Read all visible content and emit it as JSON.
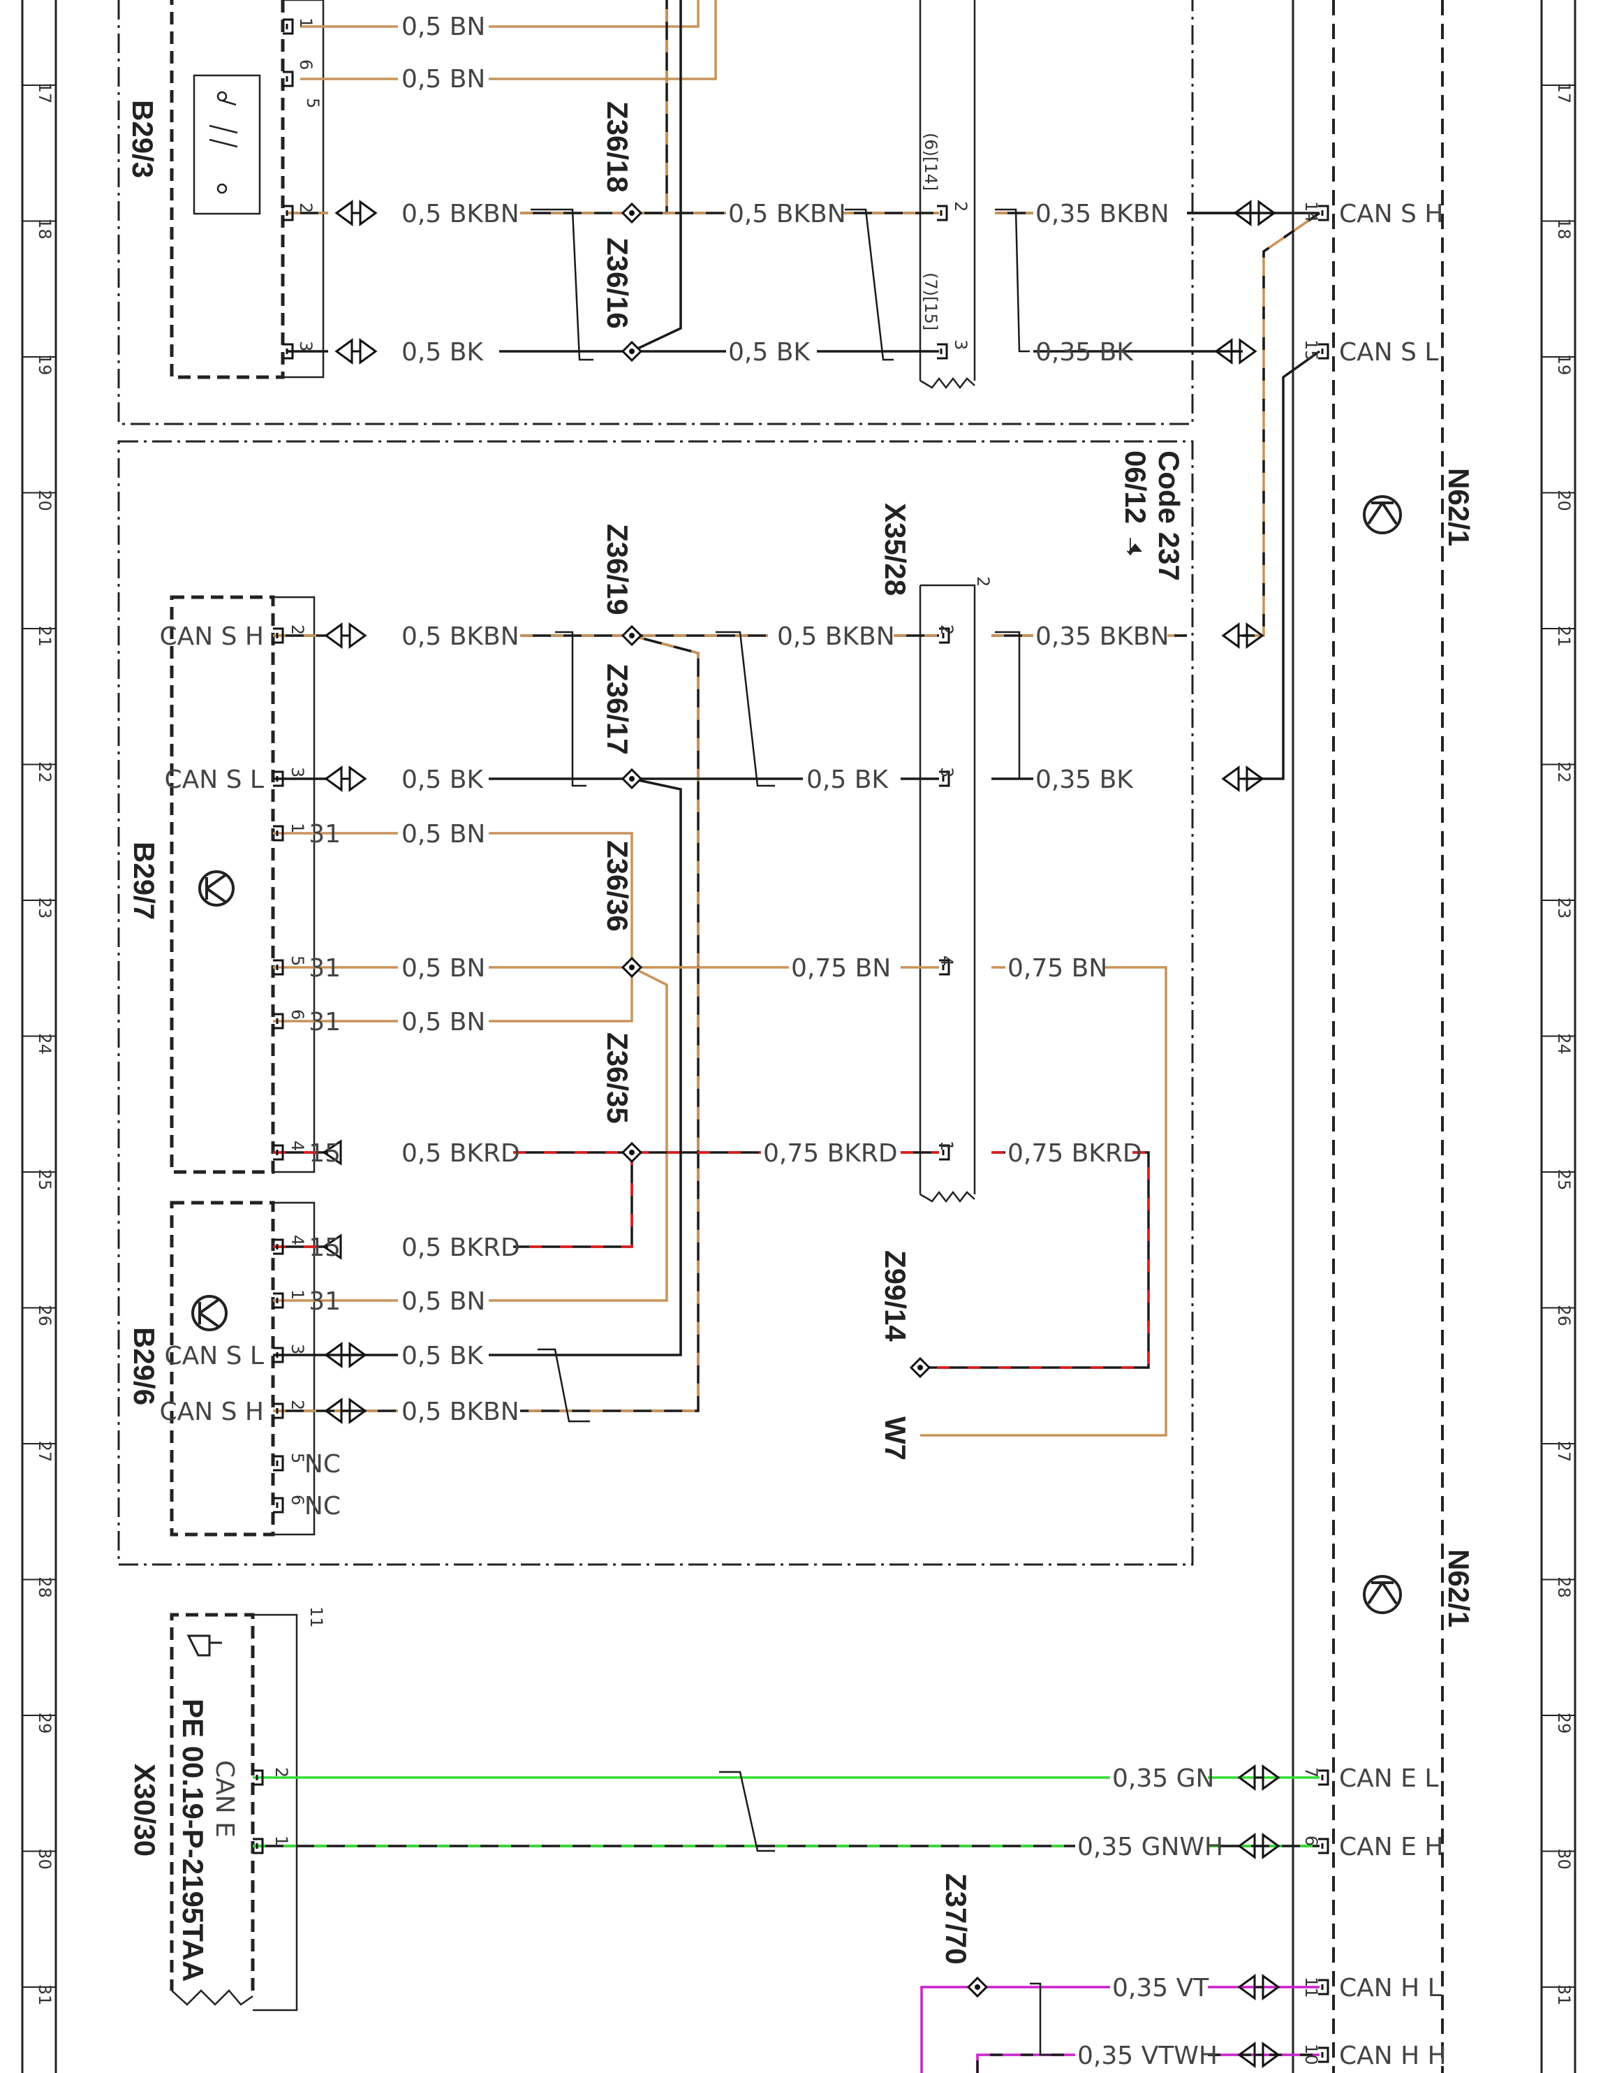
{
  "colors": {
    "BN": "#c8935a",
    "BK": "#1a1a1a",
    "RD": "#e01b1b",
    "GN": "#33dd33",
    "VT": "#cc22cc",
    "frame": "#222222"
  },
  "row_numbers": [
    "17",
    "18",
    "19",
    "20",
    "21",
    "22",
    "23",
    "24",
    "25",
    "26",
    "27",
    "28",
    "29",
    "30",
    "31"
  ],
  "components": {
    "b29_3": "B29/3",
    "b29_7": "B29/7",
    "b29_6": "B29/6",
    "x30_30": "X30/30",
    "x35_28": "X35/28",
    "n62_1_top": "N62/1",
    "n62_1_bottom": "N62/1",
    "code_label": "Code 237",
    "code_date": "06/12 →",
    "w7": "W7",
    "z99_14": "Z99/14",
    "z37_70": "Z37/70",
    "pe_ref": "PE 00.19-P-2195TAA",
    "can_e_label": "CAN E"
  },
  "splices": [
    "Z36/18",
    "Z36/16",
    "Z36/19",
    "Z36/17",
    "Z36/36",
    "Z36/35"
  ],
  "pin_labels": {
    "b29_7_can_sh": "CAN S H",
    "b29_7_can_sl": "CAN S L",
    "b29_7_31a": "31",
    "b29_7_31b": "31",
    "b29_7_31c": "31",
    "b29_7_15": "15",
    "b29_6_15": "15",
    "b29_6_31": "31",
    "b29_6_can_sl": "CAN S L",
    "b29_6_can_sh": "CAN S H",
    "b29_6_nc1": "NC",
    "b29_6_nc2": "NC",
    "n62_can_sh": "CAN S H",
    "n62_can_sl": "CAN S L",
    "n62_can_el": "CAN E L",
    "n62_can_eh": "CAN E H",
    "n62_can_hl": "CAN H L",
    "n62_can_hh": "CAN H H"
  },
  "wire_labels": {
    "w17a": "0,5 BN",
    "w17b": "0,5 BN",
    "w18a": "0,5 BKBN",
    "w18b": "0,5 BKBN",
    "w18c": "0,35 BKBN",
    "w19a": "0,5 BK",
    "w19b": "0,5 BK",
    "w19c": "0,35 BK",
    "w21a": "0,5 BKBN",
    "w21b": "0,5 BKBN",
    "w21c": "0,35 BKBN",
    "w22a": "0,5 BK",
    "w22b": "0,5 BK",
    "w22c": "0,35 BK",
    "w22d": "0,5 BN",
    "w23a": "0,5 BN",
    "w23b": "0,75 BN",
    "w23c": "0,75 BN",
    "w24a": "0,5 BN",
    "w25a": "0,5 BKRD",
    "w25b": "0,75 BKRD",
    "w25c": "0,75 BKRD",
    "w26a": "0,5 BKRD",
    "w26b": "0,5 BN",
    "w26c": "0,5 BK",
    "w27a": "0,5 BKBN",
    "w29a": "0,35 GN",
    "w30a": "0,35 GNWH",
    "w31a": "0,35 VT",
    "w31b": "0,35 VTWH"
  },
  "pin_numbers": {
    "p17a": "1",
    "p17b": "6",
    "p17c": "5",
    "p18a": "2",
    "p19a": "3",
    "x35_18": "2",
    "x35_18_ref": "(6)[14]",
    "x35_19": "3",
    "x35_19_ref": "(7)[15]",
    "n62_14": "14",
    "n62_15": "15",
    "x35_28_top": "2",
    "x35_21": "2",
    "x35_22": "3",
    "x35_23": "4",
    "x35_25": "1",
    "b29_7_21": "2",
    "b29_7_22": "3",
    "b29_7_22b": "1",
    "b29_7_23": "5",
    "b29_7_24": "6",
    "b29_7_25": "4",
    "b29_6_26a": "4",
    "b29_6_26b": "1",
    "b29_6_26c": "3",
    "b29_6_27a": "2",
    "b29_6_27b": "5",
    "b29_6_27c": "6",
    "x30_top": "11",
    "x30_29": "2",
    "x30_30": "1",
    "n62_7": "7",
    "n62_6": "6",
    "n62_11": "11",
    "n62_10": "10"
  }
}
